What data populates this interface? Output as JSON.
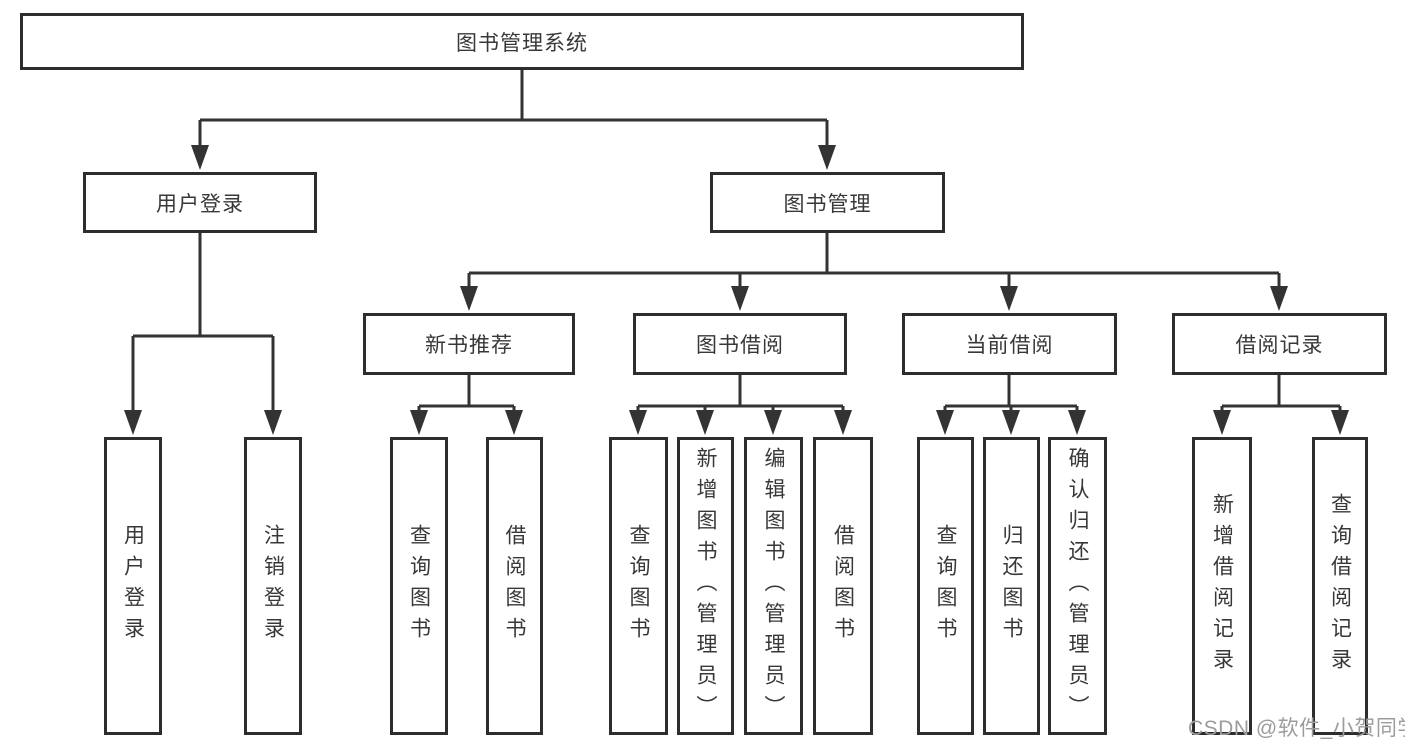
{
  "diagram": {
    "type": "tree",
    "root": {
      "label": "图书管理系统"
    },
    "branches": [
      {
        "label": "用户登录",
        "children": [
          {
            "label": "用户登录"
          },
          {
            "label": "注销登录"
          }
        ]
      },
      {
        "label": "图书管理",
        "children": [
          {
            "label": "新书推荐",
            "children": [
              {
                "label": "查询图书"
              },
              {
                "label": "借阅图书"
              }
            ]
          },
          {
            "label": "图书借阅",
            "children": [
              {
                "label": "查询图书"
              },
              {
                "label": "新增图书（管理员）"
              },
              {
                "label": "编辑图书（管理员）"
              },
              {
                "label": "借阅图书"
              }
            ]
          },
          {
            "label": "当前借阅",
            "children": [
              {
                "label": "查询图书"
              },
              {
                "label": "归还图书"
              },
              {
                "label": "确认归还（管理员）"
              }
            ]
          },
          {
            "label": "借阅记录",
            "children": [
              {
                "label": "新增借阅记录"
              },
              {
                "label": "查询借阅记录"
              }
            ]
          }
        ]
      }
    ]
  },
  "watermark": {
    "text": "CSDN @软件_小贺同学"
  },
  "colors": {
    "background": "#ffffff",
    "box_border": "#2d2d2d",
    "line": "#333333",
    "text": "#383838",
    "watermark": "#9c9c9c"
  }
}
